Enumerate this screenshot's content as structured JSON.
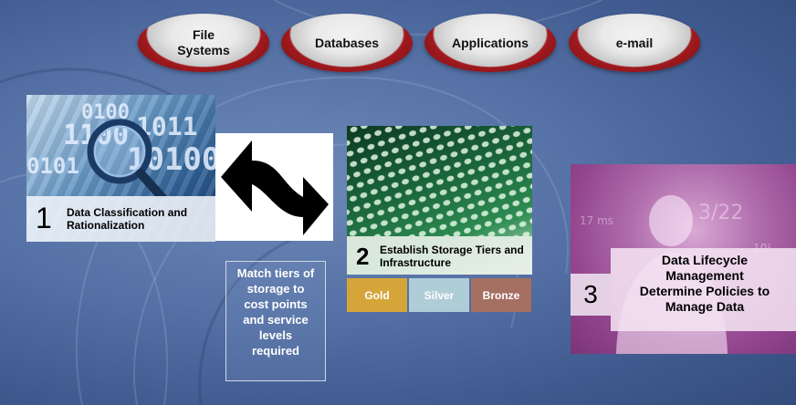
{
  "sources": [
    {
      "label": "File\nSystems"
    },
    {
      "label": "Databases"
    },
    {
      "label": "Applications"
    },
    {
      "label": "e-mail"
    }
  ],
  "steps": [
    {
      "number": "1",
      "label": "Data Classification and Rationalization"
    },
    {
      "number": "2",
      "label": "Establish Storage Tiers and Infrastructure"
    },
    {
      "number": "3",
      "label": "Data Lifecycle\nManagement\nDetermine Policies to\nManage Data"
    }
  ],
  "tiers": [
    {
      "label": "Gold",
      "color": "#d6a53a"
    },
    {
      "label": "Silver",
      "color": "#aecdd6"
    },
    {
      "label": "Bronze",
      "color": "#a57062"
    }
  ],
  "note": "Match tiers of\nstorage to\ncost points\nand service\nlevels\nrequired",
  "panel1_digits": [
    "0100",
    "1100",
    "10100",
    "0101",
    "1011"
  ],
  "panel3_chalk": [
    "3/22",
    "10¹",
    "17 ms"
  ],
  "colors": {
    "background": "#4d69a0",
    "pill_ring": "#8a1418",
    "panel3": "#a35aa0"
  }
}
